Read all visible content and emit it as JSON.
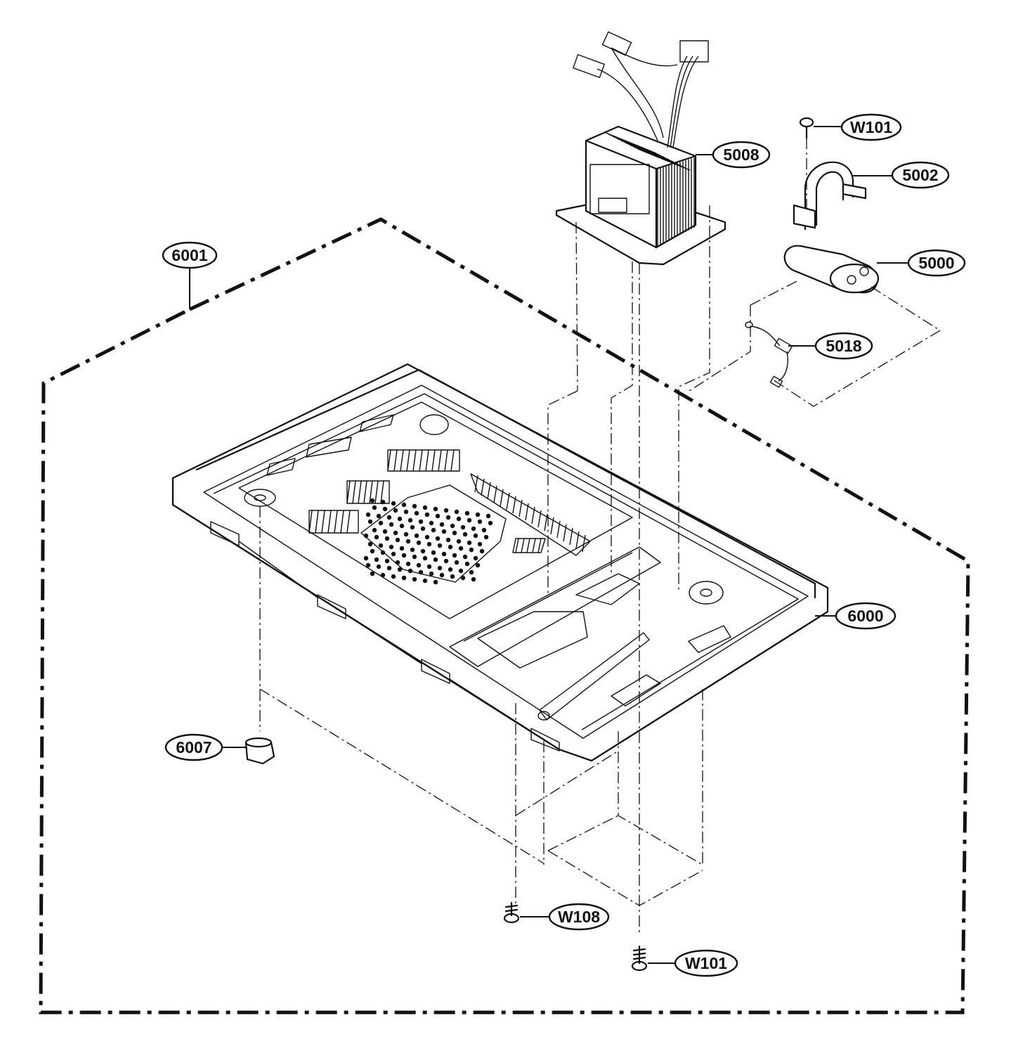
{
  "callouts": {
    "assembly_6001": "6001",
    "transformer_5008": "5008",
    "screw_w101_top": "W101",
    "bracket_5002": "5002",
    "capacitor_5000": "5000",
    "diode_5018": "5018",
    "base_plate_6000": "6000",
    "foot_6007": "6007",
    "screw_w108": "W108",
    "screw_w101_bottom": "W101"
  }
}
